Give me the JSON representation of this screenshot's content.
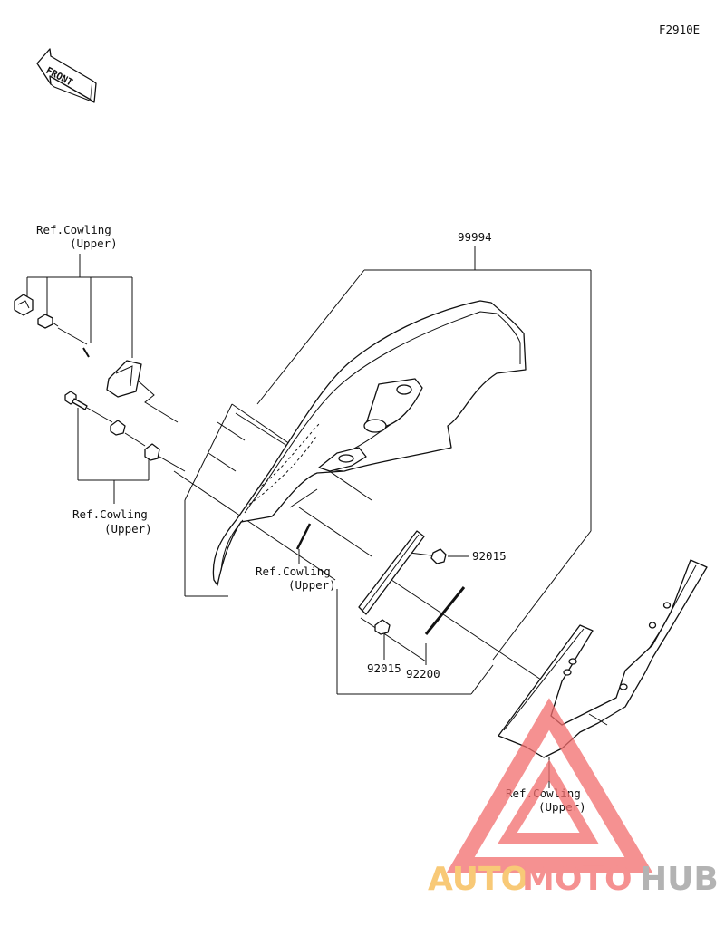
{
  "diagram": {
    "code": "F2910E",
    "front_arrow_text": "FRONT",
    "labels": {
      "ref_cowling_1": {
        "line1": "Ref.Cowling",
        "line2": "(Upper)"
      },
      "ref_cowling_2": {
        "line1": "Ref.Cowling",
        "line2": "(Upper)"
      },
      "ref_cowling_3": {
        "line1": "Ref.Cowling",
        "line2": "(Upper)"
      },
      "ref_cowling_4": {
        "line1": "Ref.Cowling",
        "line2": "(Upper)"
      },
      "part_99994": "99994",
      "part_92015_a": "92015",
      "part_92015_b": "92015",
      "part_92200": "92200"
    }
  },
  "watermark": {
    "auto": "AUTO",
    "moto": "MOTO",
    "hub": "HUB",
    "colors": {
      "auto": "#f6b84a",
      "moto": "#f26d6d",
      "hub": "#9a9a9a",
      "triangle": "#f26d6d"
    }
  }
}
